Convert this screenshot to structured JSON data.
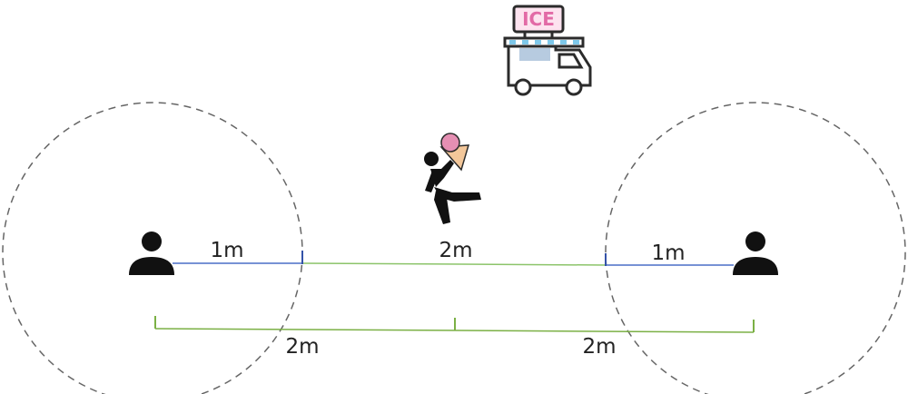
{
  "distances": {
    "left_person_to_circle": "1m",
    "gap_between_circles": "2m",
    "circle_to_right_person": "1m",
    "left_person_to_midpoint": "2m",
    "midpoint_to_right_person": "2m"
  },
  "truck": {
    "sign_text": "ICE"
  },
  "icons": {
    "left_person": "person-icon",
    "right_person": "person-icon",
    "walker": "walking-person-with-ice-cream-icon",
    "truck": "ice-cream-truck-icon"
  },
  "colors": {
    "radius_line": "#4a6fc7",
    "gap_line": "#8cc46a",
    "bracket": "#7bb045",
    "circle": "#666666",
    "ice_cream": "#e58fb3",
    "cone": "#f3c79a",
    "truck_sign": "#e26aa6",
    "awning_stripe": "#7ec8ea",
    "window": "#b7cbe0",
    "dark": "#2b2b2b"
  }
}
